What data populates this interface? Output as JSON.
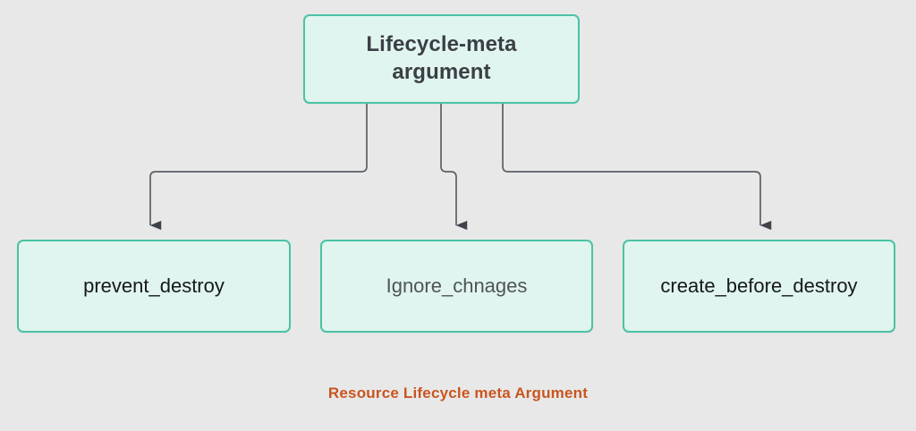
{
  "diagram": {
    "type": "flowchart",
    "direction": "top-down",
    "background_color": "#e8e8e8",
    "root": {
      "id": "lifecycle-meta-argument",
      "label": "Lifecycle-meta argument",
      "fill_color": "#e0f5ef",
      "border_color": "#4bc2a5",
      "text_color": "#3b3f45"
    },
    "children": [
      {
        "id": "prevent-destroy",
        "label": "prevent_destroy",
        "fill_color": "#e0f5ef",
        "border_color": "#4bc2a5",
        "text_color": "#16181a"
      },
      {
        "id": "ignore-changes",
        "label": "Ignore_chnages",
        "fill_color": "#e0f5ef",
        "border_color": "#4bc2a5",
        "text_color": "#4f5458"
      },
      {
        "id": "create-before-destroy",
        "label": "create_before_destroy",
        "fill_color": "#e0f5ef",
        "border_color": "#4bc2a5",
        "text_color": "#16181a"
      }
    ],
    "edges": [
      {
        "from": "lifecycle-meta-argument",
        "to": "prevent-destroy",
        "style": "orthogonal-arrow",
        "color": "#5b6066"
      },
      {
        "from": "lifecycle-meta-argument",
        "to": "ignore-changes",
        "style": "orthogonal-arrow",
        "color": "#5b6066"
      },
      {
        "from": "lifecycle-meta-argument",
        "to": "create-before-destroy",
        "style": "orthogonal-arrow",
        "color": "#5b6066"
      }
    ],
    "caption": {
      "text": "Resource Lifecycle meta Argument",
      "color": "#c8551f"
    }
  }
}
